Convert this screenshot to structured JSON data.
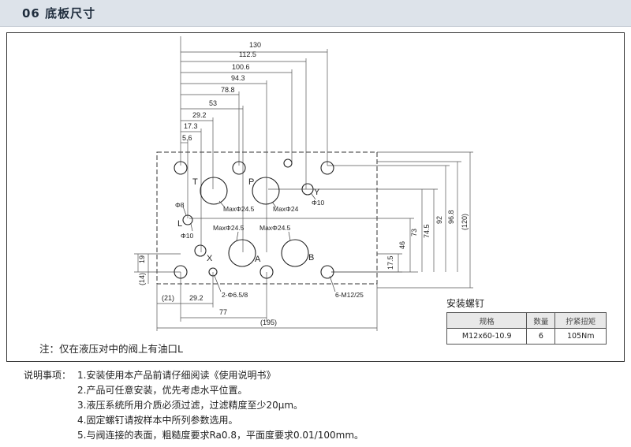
{
  "header": {
    "title": "06 底板尺寸"
  },
  "drawing": {
    "dims_top": [
      "130",
      "112.5",
      "100.6",
      "94.3",
      "78.8",
      "53",
      "29.2",
      "17.3",
      "5.6"
    ],
    "dims_right": [
      "17.5",
      "46",
      "73",
      "74.5",
      "92",
      "96.8",
      "(120)"
    ],
    "dims_left": [
      "19",
      "(14)"
    ],
    "dims_bottom": [
      "(21)",
      "29.2",
      "77",
      "(195)"
    ],
    "port_labels": {
      "T": "T",
      "P": "P",
      "Y": "Y",
      "L": "L",
      "X": "X",
      "A": "A",
      "B": "B"
    },
    "callouts": {
      "t_max": "MaxΦ24.5",
      "p_max": "MaxΦ24",
      "y_dia": "Φ10",
      "phi8": "Φ8",
      "l_dia": "Φ10",
      "a_max": "MaxΦ24.5",
      "b_max": "MaxΦ24.5",
      "x_holes": "2-Φ6.5/8",
      "threads": "6-M12/25"
    }
  },
  "note": "注：仅在液压对中的阀上有油口L",
  "bolt_table": {
    "title": "安装螺钉",
    "headers": [
      "规格",
      "数量",
      "拧紧扭矩"
    ],
    "rows": [
      [
        "M12x60-10.9",
        "6",
        "105Nm"
      ]
    ]
  },
  "instructions": {
    "heading": "说明事项：",
    "items": [
      "1.安装使用本产品前请仔细阅读《使用说明书》",
      "2.产品可任意安装，优先考虑水平位置。",
      "3.液压系统所用介质必须过滤，过滤精度至少20μm。",
      "4.固定螺钉请按样本中所列参数选用。",
      "5.与阀连接的表面，粗糙度要求Ra0.8，平面度要求0.01/100mm。"
    ]
  }
}
